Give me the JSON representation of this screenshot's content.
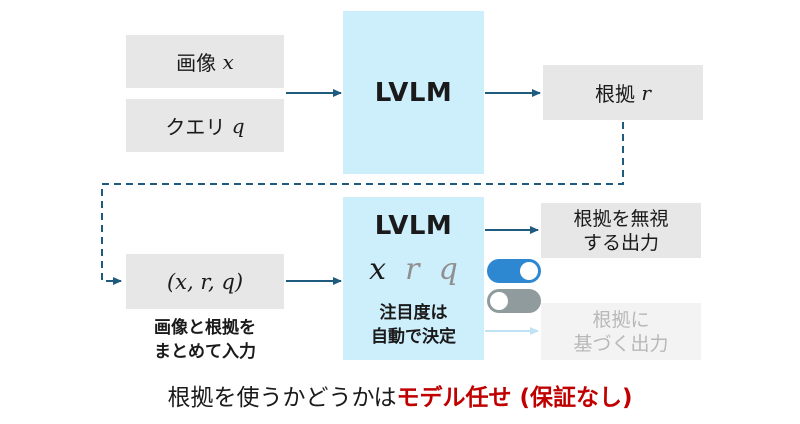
{
  "inputs": {
    "image": {
      "label": "画像",
      "var": "x"
    },
    "query": {
      "label": "クエリ",
      "var": "q"
    }
  },
  "lvlm_top": {
    "title": "LVLM"
  },
  "evidence": {
    "label": "根拠",
    "var": "r"
  },
  "combined": {
    "tuple": "(x, r, q)",
    "caption_line1": "画像と根拠を",
    "caption_line2": "まとめて入力"
  },
  "lvlm_bottom": {
    "title": "LVLM",
    "vars": [
      "x",
      "r",
      "q"
    ],
    "caption_line1": "注目度は",
    "caption_line2": "自動で決定"
  },
  "outputs": {
    "ignore_line1": "根拠を無視",
    "ignore_line2": "する出力",
    "based_line1": "根拠に",
    "based_line2": "基づく出力"
  },
  "toggles": [
    {
      "state": "on",
      "color": "#2e87d1"
    },
    {
      "state": "off",
      "color": "#8f9b9c"
    }
  ],
  "bottom_text": {
    "normal": "根拠を使うかどうかは",
    "emphasis": "モデル任せ (保証なし)",
    "emphasis_color": "#c00000"
  },
  "colors": {
    "arrow": "#1f5a7f",
    "arrow_faded": "#bfe3f5",
    "box_gray": "#e7e7e7",
    "box_lvlm": "#cdeefb"
  }
}
